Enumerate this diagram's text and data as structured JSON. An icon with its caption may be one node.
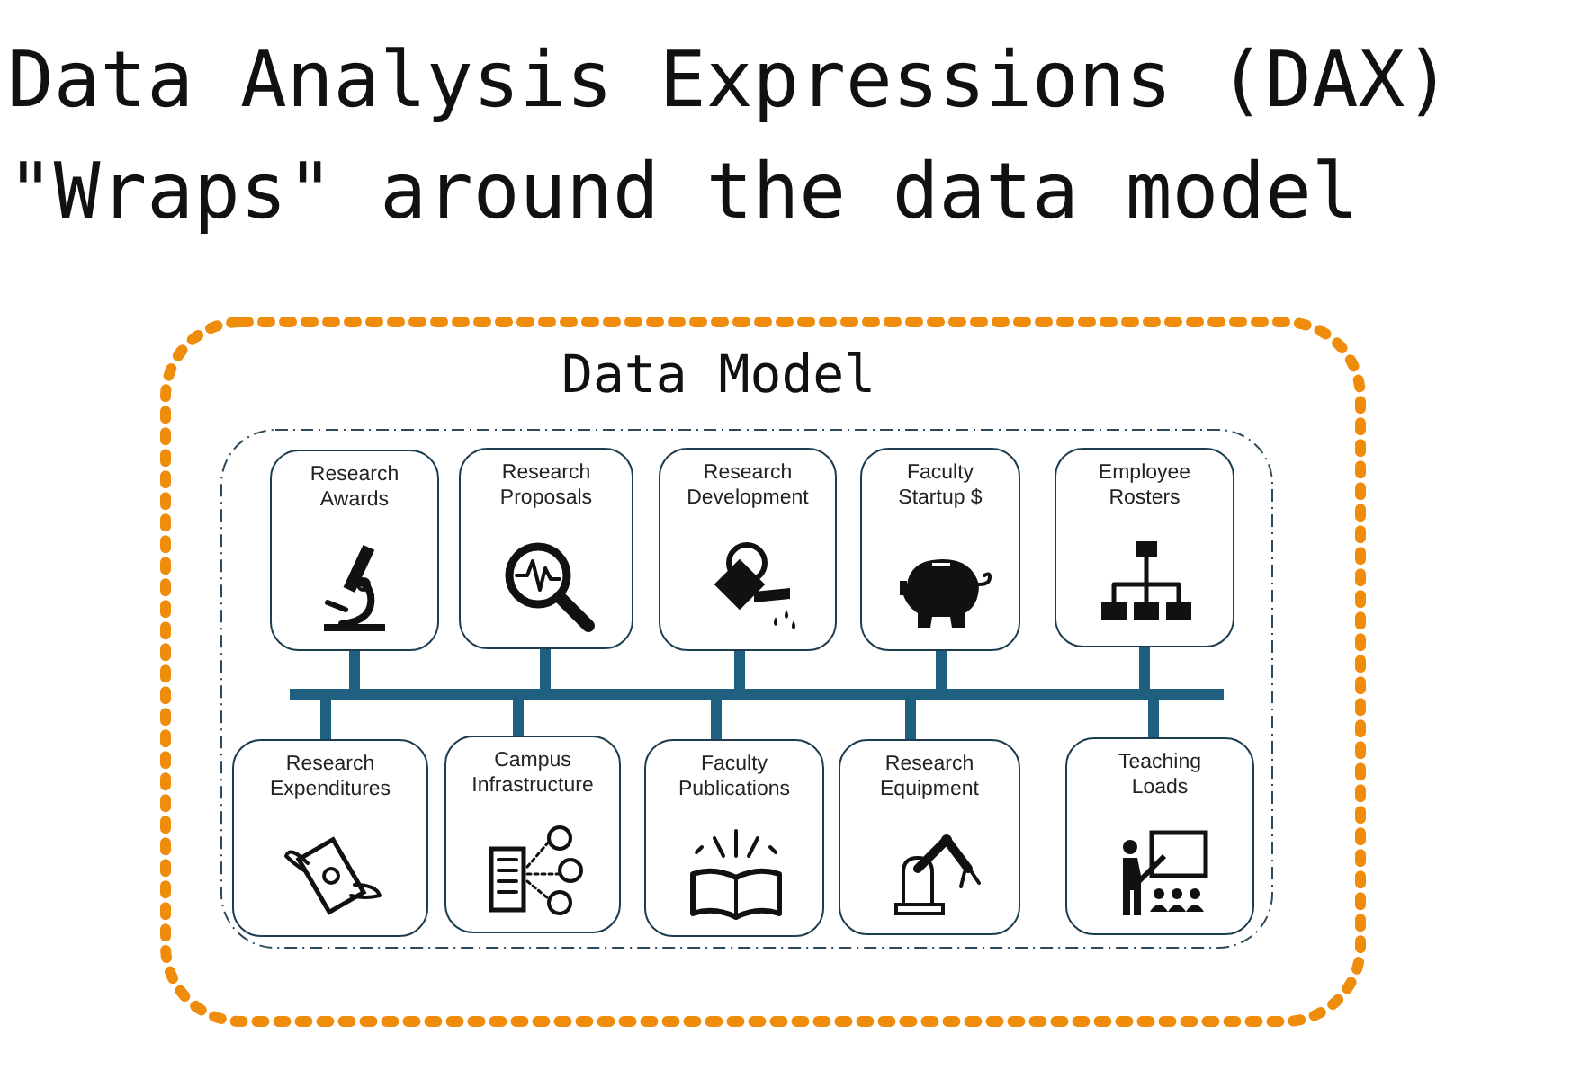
{
  "diagram": {
    "title": "Data Analysis Expressions (DAX) \"Wraps\" around the data model",
    "nodes": [
      {
        "text": [
          "Data Model"
        ]
      },
      {
        "text": [],
        "shape": "box",
        "in": 0
      },
      {
        "text": [
          "Research Awards"
        ],
        "in": 1
      },
      {
        "text": [
          "Research Proposals"
        ],
        "in": 1
      },
      {
        "text": [
          "Research Development"
        ],
        "in": 1
      },
      {
        "text": [
          "Faculty Startup $"
        ],
        "in": 1
      },
      {
        "text": [
          "Employee Rosters"
        ],
        "in": 1
      },
      {
        "text": [],
        "shape": "bar",
        "in": 1
      },
      {
        "text": [
          "Research Expenditures"
        ],
        "in": 1
      },
      {
        "text": [
          "Campus Infrastructure"
        ],
        "in": 1
      },
      {
        "text": [
          "Faculty Publications"
        ],
        "in": 1
      },
      {
        "text": [
          "Research Equipment"
        ],
        "in": 1
      },
      {
        "text": [
          "Teaching Loads"
        ],
        "in": 1
      }
    ],
    "edges": [
      {
        "from": 2,
        "to": 7,
        "arrow": "none"
      },
      {
        "from": 3,
        "to": 7,
        "arrow": "none"
      },
      {
        "from": 4,
        "to": 7,
        "arrow": "none"
      },
      {
        "from": 5,
        "to": 7,
        "arrow": "none"
      },
      {
        "from": 6,
        "to": 7,
        "arrow": "none"
      },
      {
        "from": 7,
        "to": 8,
        "arrow": "none"
      },
      {
        "from": 7,
        "to": 9,
        "arrow": "none"
      },
      {
        "from": 7,
        "to": 10,
        "arrow": "none"
      },
      {
        "from": 7,
        "to": 11,
        "arrow": "none"
      },
      {
        "from": 7,
        "to": 12,
        "arrow": "none"
      }
    ]
  }
}
